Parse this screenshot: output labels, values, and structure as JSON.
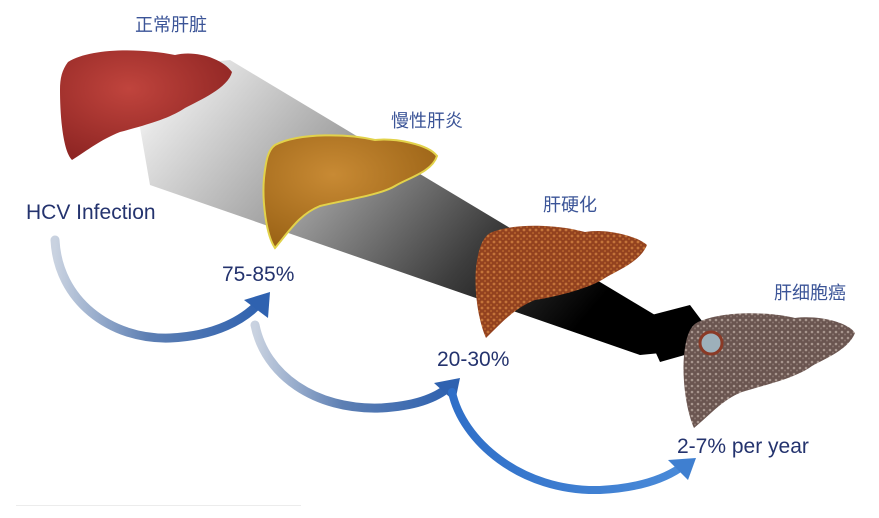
{
  "diagram": {
    "topic": "HCV disease progression",
    "stages": [
      {
        "label": "正常肝脏",
        "meaning": "Normal liver",
        "color": "#a3302c"
      },
      {
        "label": "慢性肝炎",
        "meaning": "Chronic hepatitis",
        "color": "#b5761e"
      },
      {
        "label": "肝硬化",
        "meaning": "Cirrhosis",
        "color": "#9a4a2a"
      },
      {
        "label": "肝细胞癌",
        "meaning": "Hepatocellular carcinoma",
        "color": "#6e5a55"
      }
    ],
    "start_label": "HCV Infection",
    "transitions": [
      {
        "from": "HCV Infection",
        "to": "慢性肝炎",
        "rate": "75-85%"
      },
      {
        "from": "慢性肝炎",
        "to": "肝硬化",
        "rate": "20-30%"
      },
      {
        "from": "肝硬化",
        "to": "肝细胞癌",
        "rate": "2-7% per year"
      }
    ],
    "colors": {
      "text_label": "#2a3c7a",
      "arrow_blue": "#2f6fc0",
      "progression_band_start": "#e9e9e9",
      "progression_band_end": "#050505"
    }
  }
}
